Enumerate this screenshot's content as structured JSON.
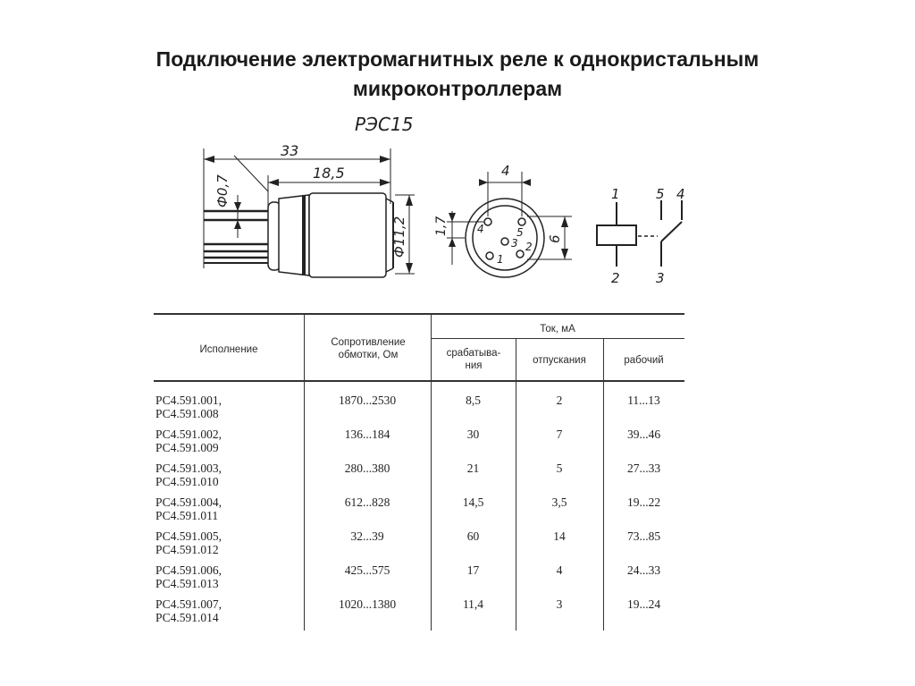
{
  "title": {
    "line1": "Подключение электромагнитных реле к однокристальным",
    "line2": "микроконтроллерам"
  },
  "drawing": {
    "model": "РЭС15",
    "dim_length_total": "33",
    "dim_length_body": "18,5",
    "dim_pin_diameter": "Ф0,7",
    "dim_body_diameter": "Ф11,2",
    "dim_pin_spacing": "4",
    "dim_pin_offset": "1,7",
    "dim_pin_circle": "6",
    "pin_labels": [
      "1",
      "2",
      "3",
      "4",
      "5"
    ],
    "schematic_labels": {
      "coil_top": "1",
      "coil_bottom": "2",
      "contact_5": "5",
      "contact_4": "4",
      "contact_3": "3"
    }
  },
  "table": {
    "headers": {
      "col1": "Исполнение",
      "col2": "Сопротивление обмотки, Ом",
      "current_group": "Ток, мА",
      "col3": "срабатыва-ния",
      "col4": "отпускания",
      "col5": "рабочий"
    },
    "rows": [
      {
        "name1": "РС4.591.001,",
        "name2": "РС4.591.008",
        "resistance": "1870...2530",
        "pickup": "8,5",
        "release": "2",
        "operating": "11...13"
      },
      {
        "name1": "РС4.591.002,",
        "name2": "РС4.591.009",
        "resistance": "136...184",
        "pickup": "30",
        "release": "7",
        "operating": "39...46"
      },
      {
        "name1": "РС4.591.003,",
        "name2": "РС4.591.010",
        "resistance": "280...380",
        "pickup": "21",
        "release": "5",
        "operating": "27...33"
      },
      {
        "name1": "РС4.591.004,",
        "name2": "РС4.591.011",
        "resistance": "612...828",
        "pickup": "14,5",
        "release": "3,5",
        "operating": "19...22"
      },
      {
        "name1": "РС4.591.005,",
        "name2": "РС4.591.012",
        "resistance": "32...39",
        "pickup": "60",
        "release": "14",
        "operating": "73...85"
      },
      {
        "name1": "РС4.591.006,",
        "name2": "РС4.591.013",
        "resistance": "425...575",
        "pickup": "17",
        "release": "4",
        "operating": "24...33"
      },
      {
        "name1": "РС4.591.007,",
        "name2": "РС4.591.014",
        "resistance": "1020...1380",
        "pickup": "11,4",
        "release": "3",
        "operating": "19...24"
      }
    ]
  }
}
